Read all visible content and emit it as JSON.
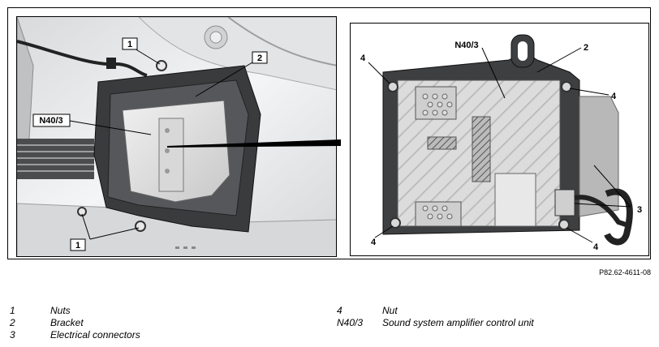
{
  "diagram": {
    "left_panel_labels": [
      "1",
      "2",
      "N40/3",
      "1"
    ],
    "right_panel_labels": [
      "N40/3",
      "2",
      "4",
      "4",
      "3",
      "4",
      "4"
    ],
    "reference_code": "P82.62-4611-08"
  },
  "legend": {
    "items": [
      {
        "number": "1",
        "text": "Nuts"
      },
      {
        "number": "2",
        "text": "Bracket"
      },
      {
        "number": "3",
        "text": "Electrical connectors"
      },
      {
        "number": "4",
        "text": "Nut"
      },
      {
        "number": "N40/3",
        "text": "Sound system amplifier control unit"
      }
    ]
  }
}
